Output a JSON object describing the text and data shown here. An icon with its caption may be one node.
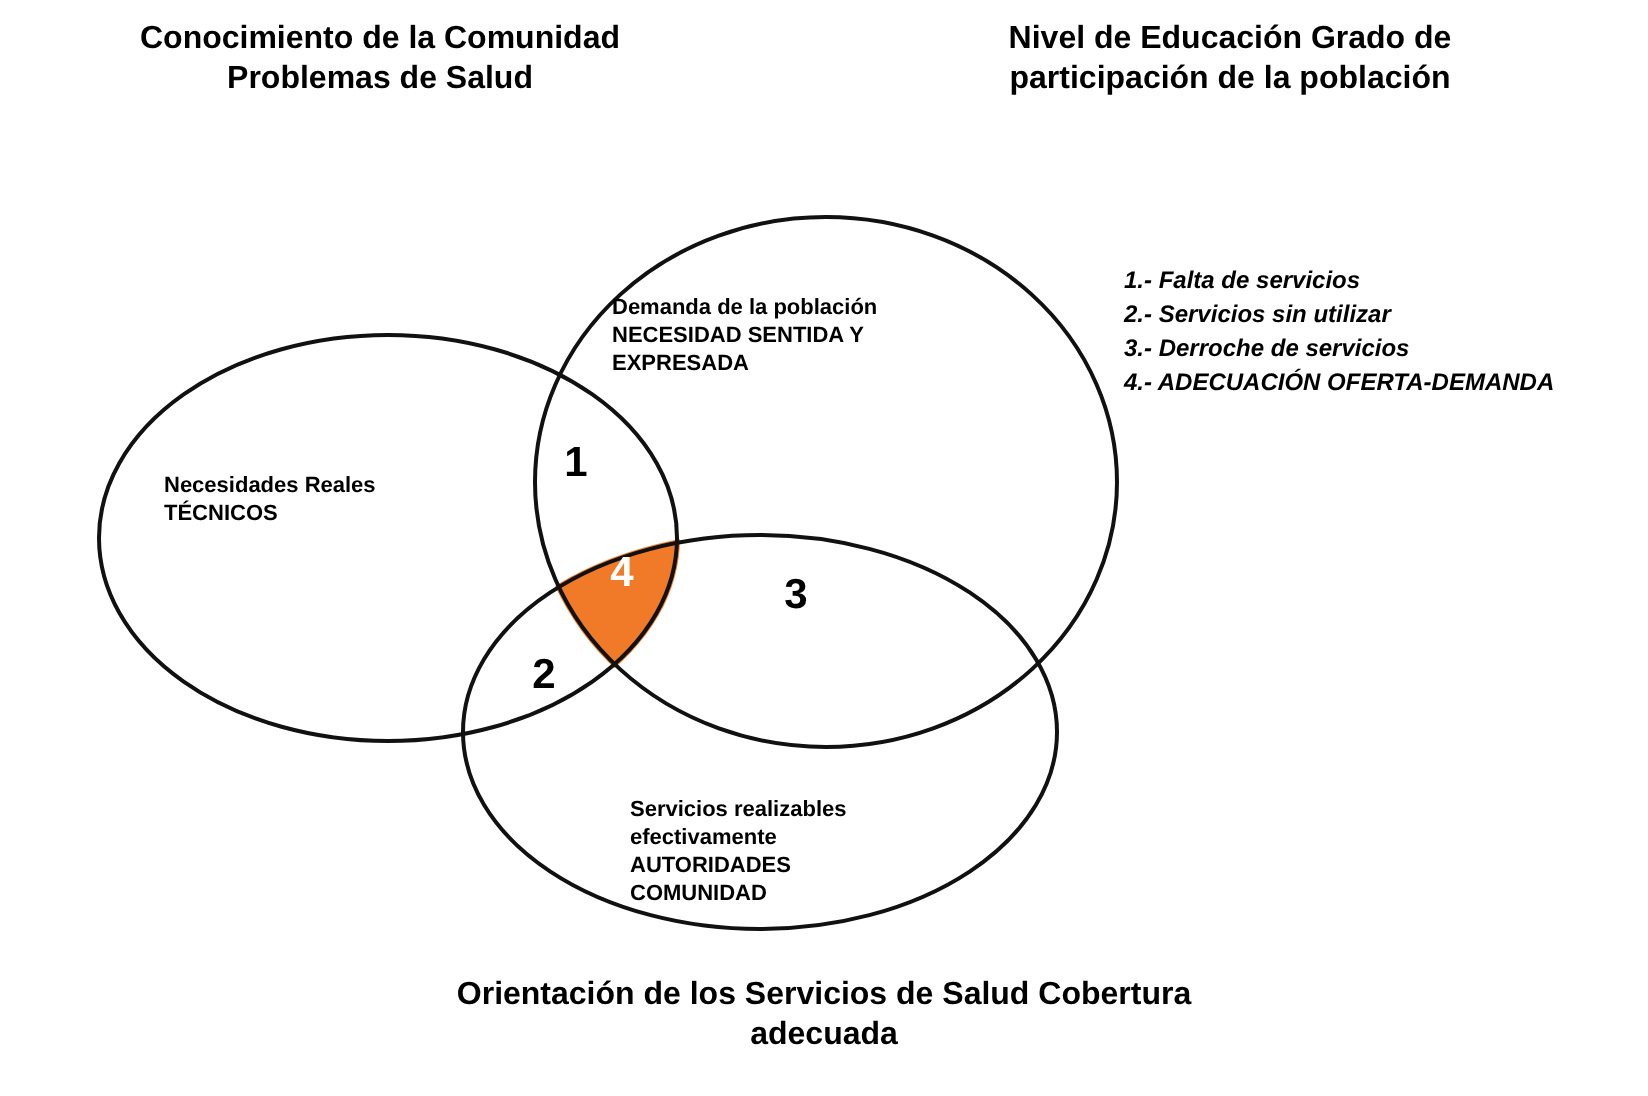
{
  "diagram": {
    "nodes": [
      {
        "text": [
          "Necesidades Reales",
          "TÉCNICOS"
        ]
      },
      {
        "text": [
          "Demanda de la población",
          "NECESIDAD SENTIDA Y EXPRESADA"
        ]
      },
      {
        "text": [
          "Servicios realizables efectivamente",
          "AUTORIDADES COMUNIDAD"
        ]
      }
    ],
    "labels": [
      "Conocimiento de la Comunidad Problemas de Salud",
      "Nivel de Educación Grado de participación de la población",
      "1.- Falta de servicios",
      "2.- Servicios sin utilizar",
      "3.- Derroche de servicios",
      "4.- ADECUACIÓN OFERTA-DEMANDA",
      "1",
      "4",
      "3",
      "2",
      "Orientación de los Servicios de Salud Cobertura adecuada"
    ]
  }
}
